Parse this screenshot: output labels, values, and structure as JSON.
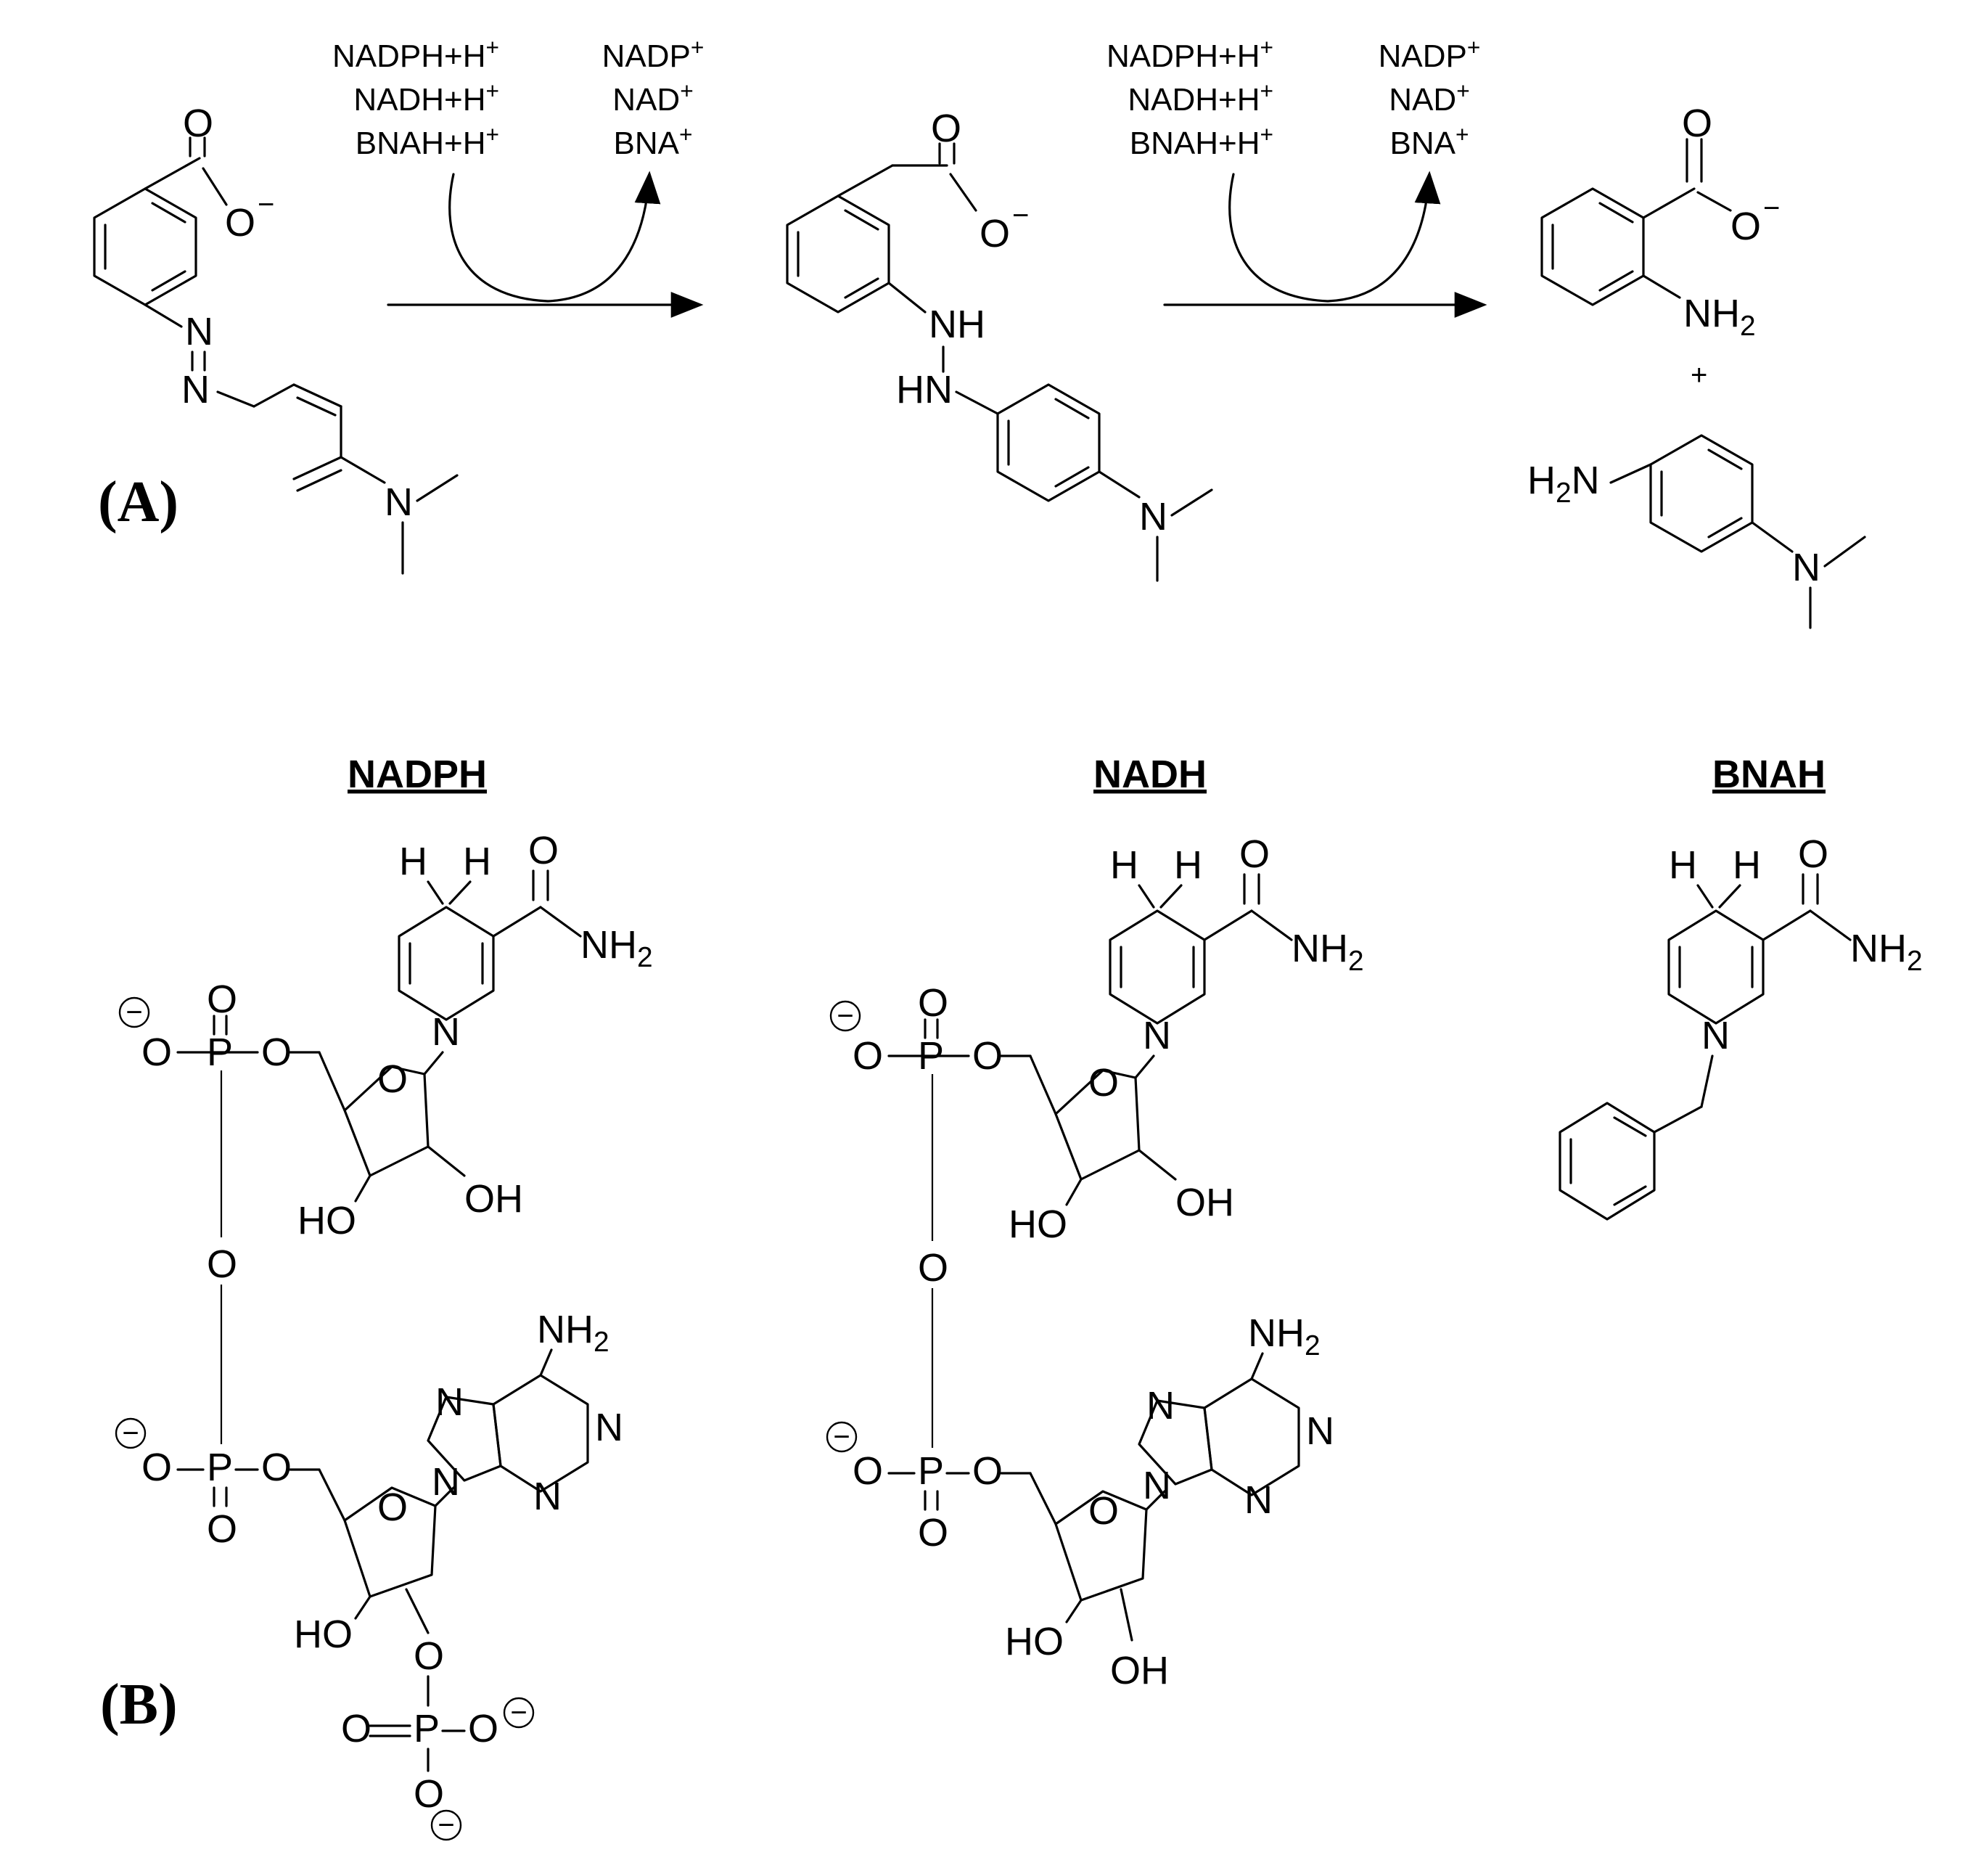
{
  "panels": {
    "a": "(A)",
    "b": "(B)"
  },
  "headings": {
    "nadph": "NADPH",
    "nadh": "NADH",
    "bnah": "BNAH"
  },
  "step_cofactors": {
    "reductants": [
      "NADPH+H",
      "NADH+H",
      "BNAH+H"
    ],
    "oxidants": [
      "NADP",
      "NAD",
      "BNA"
    ],
    "charge": "+"
  },
  "atoms": {
    "O": "O",
    "O_minus": "O",
    "N": "N",
    "NH": "NH",
    "HN": "HN",
    "NH2": "NH",
    "H2N": "H",
    "H2N_tail": "N",
    "two": "2",
    "H": "H",
    "HO": "HO",
    "OH": "OH",
    "P": "P",
    "minus": "−",
    "plus": "+"
  }
}
